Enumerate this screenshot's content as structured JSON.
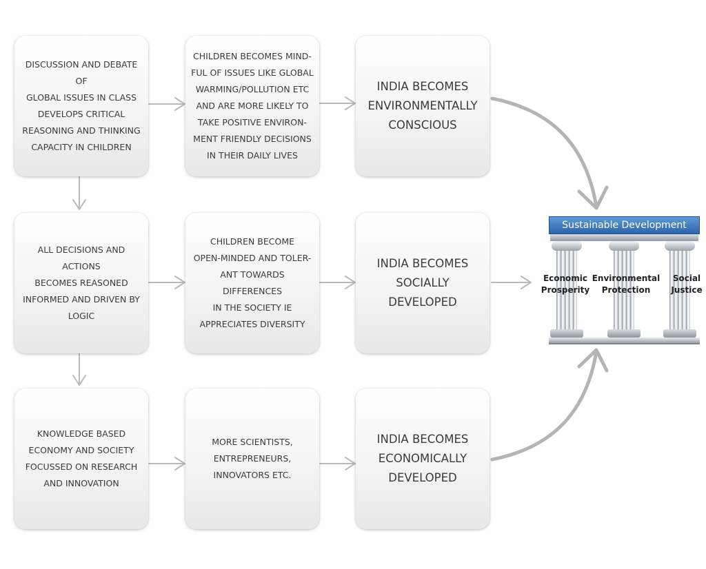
{
  "rows": [
    {
      "cause": [
        "DISCUSSION AND DEBATE OF",
        "GLOBAL ISSUES IN CLASS",
        "DEVELOPS CRITICAL",
        "REASONING AND THINKING",
        "CAPACITY IN CHILDREN"
      ],
      "effect": [
        "CHILDREN BECOMES MIND-",
        "FUL OF ISSUES LIKE GLOBAL",
        "WARMING/POLLUTION ETC",
        "AND ARE MORE LIKELY TO",
        "TAKE POSITIVE ENVIRON-",
        "MENT FRIENDLY DECISIONS",
        "IN THEIR DAILY LIVES"
      ],
      "outcome": [
        "INDIA BECOMES",
        "ENVIRONMENTALLY",
        "CONSCIOUS"
      ]
    },
    {
      "cause": [
        "ALL DECISIONS AND ACTIONS",
        "BECOMES REASONED",
        "INFORMED AND DRIVEN BY",
        "LOGIC"
      ],
      "effect": [
        "CHILDREN BECOME",
        "OPEN-MINDED AND TOLER-",
        "ANT TOWARDS DIFFERENCES",
        "IN THE SOCIETY IE",
        "APPRECIATES DIVERSITY"
      ],
      "outcome": [
        "INDIA BECOMES",
        "SOCIALLY",
        "DEVELOPED"
      ]
    },
    {
      "cause": [
        "KNOWLEDGE BASED",
        "ECONOMY AND SOCIETY",
        "FOCUSSED ON RESEARCH",
        "AND INNOVATION"
      ],
      "effect": [
        "MORE SCIENTISTS,",
        "ENTREPRENEURS,",
        "INNOVATORS ETC."
      ],
      "outcome": [
        "INDIA BECOMES",
        "ECONOMICALLY",
        "DEVELOPED"
      ]
    }
  ],
  "sustainable": {
    "title": "Sustainable Development",
    "pillars": [
      [
        "Economic",
        "Prosperity"
      ],
      [
        "Environmental",
        "Protection"
      ],
      [
        "Social",
        "Justice"
      ]
    ]
  },
  "colors": {
    "arrow": "#b7b7b7",
    "banner": "#3b78c4",
    "text": "#3a3a3a"
  }
}
